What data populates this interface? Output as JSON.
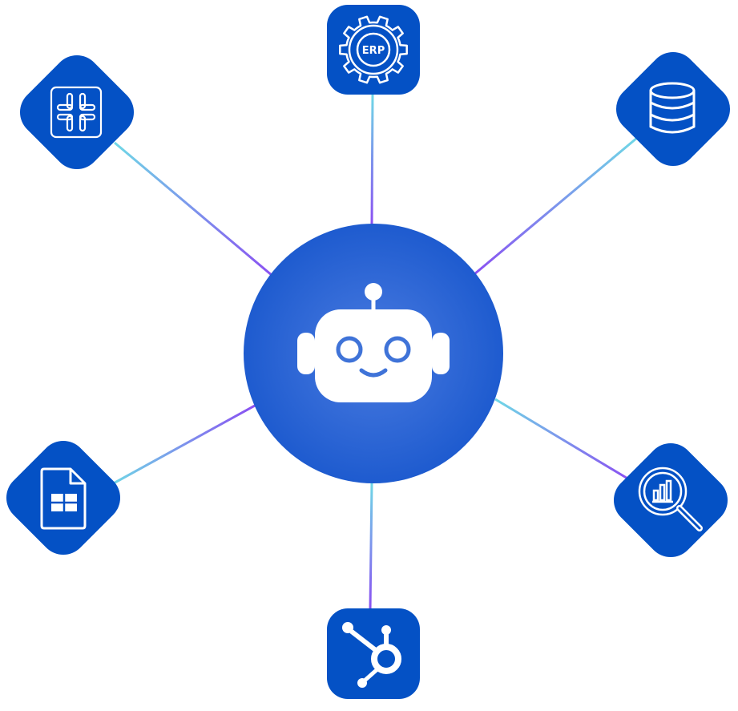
{
  "hub": {
    "name": "AI chatbot",
    "icon": "robot-icon"
  },
  "nodes": [
    {
      "id": "erp",
      "icon": "erp-gear-icon",
      "label": "ERP"
    },
    {
      "id": "database",
      "icon": "database-icon"
    },
    {
      "id": "analytics",
      "icon": "analytics-search-icon"
    },
    {
      "id": "hubspot",
      "icon": "hubspot-icon"
    },
    {
      "id": "sheets",
      "icon": "spreadsheet-icon"
    },
    {
      "id": "slack",
      "icon": "slack-icon"
    }
  ],
  "colors": {
    "tile": "#0451C5",
    "hub_center": "#4A7BE0",
    "hub_edge": "#1E5BCF",
    "connector_a": "#6FD8E6",
    "connector_b": "#8A4FF2",
    "icon_stroke": "#ffffff"
  }
}
